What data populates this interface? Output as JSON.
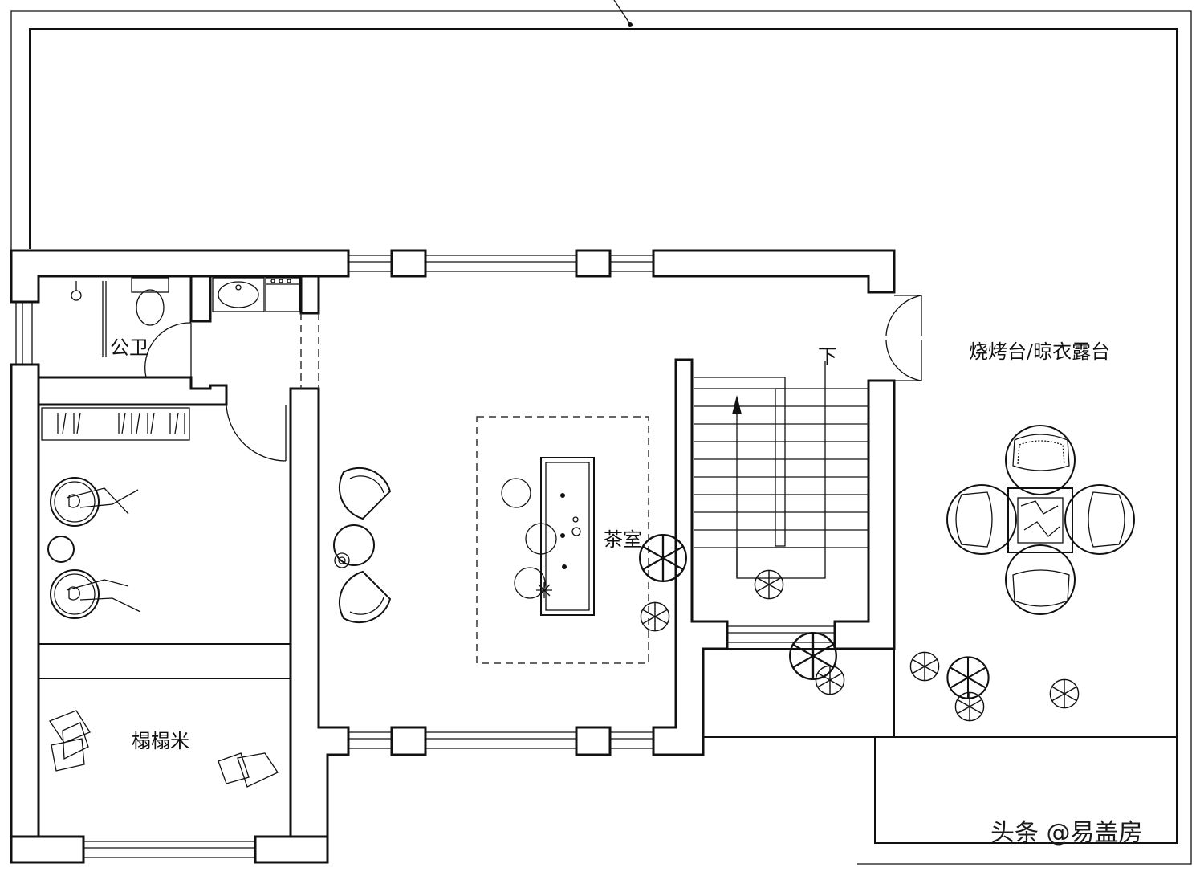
{
  "rooms": {
    "public_bathroom": "公卫",
    "tatami": "榻榻米",
    "tea_room": "茶室",
    "terrace": "烧烤台/晾衣露台"
  },
  "stair_label": "下",
  "watermark": "头条 @易盖房"
}
